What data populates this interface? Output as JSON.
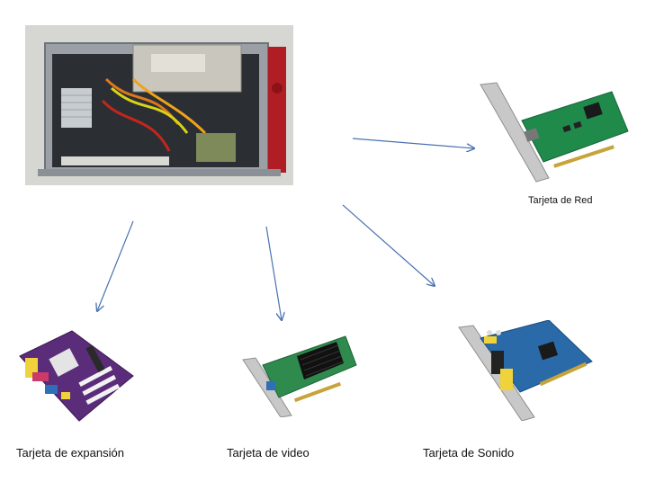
{
  "slide": {
    "labels": {
      "network": "Tarjeta de Red",
      "expansion": "Tarjeta de expansión",
      "video": "Tarjeta de video",
      "sound": "Tarjeta de Sonido"
    },
    "colors": {
      "arrow": "#4a72b0",
      "pcb_green": "#1f8a4a",
      "pcb_blue": "#2a6aa8",
      "pcb_purple": "#5a2c7a",
      "case_red": "#b01e24",
      "bracket": "#c8c8c8"
    },
    "images": [
      {
        "id": "computer-case-photo",
        "icon": "open-pc-case"
      },
      {
        "id": "network-card-photo",
        "icon": "pci-network-card"
      },
      {
        "id": "motherboard-photo",
        "icon": "microatx-motherboard"
      },
      {
        "id": "video-card-photo",
        "icon": "agp-video-card"
      },
      {
        "id": "sound-card-photo",
        "icon": "pci-sound-card"
      }
    ]
  }
}
